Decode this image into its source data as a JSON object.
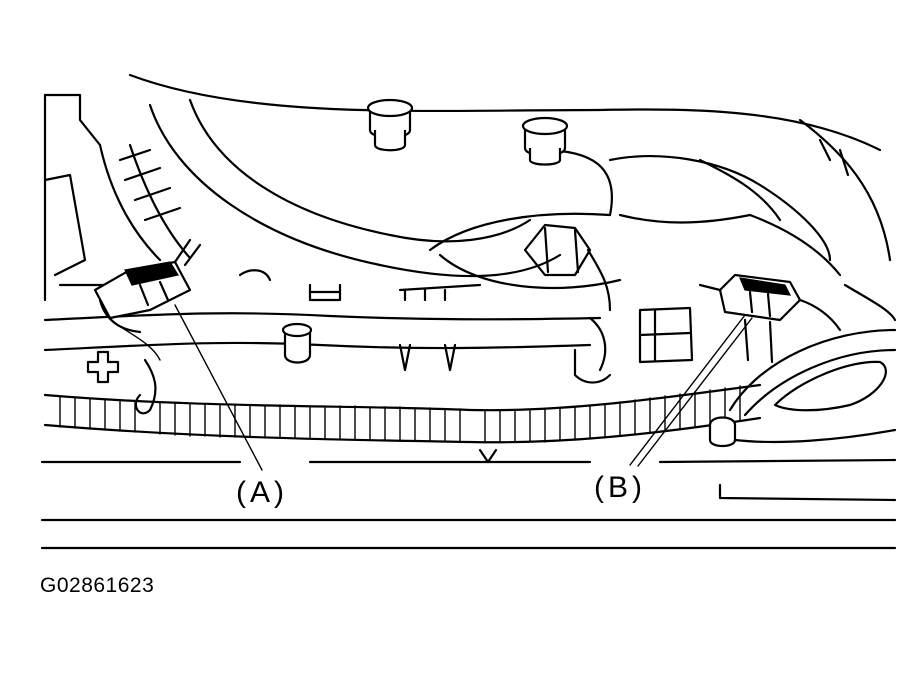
{
  "diagram": {
    "callouts": {
      "a": "(A)",
      "b": "(B)"
    },
    "figure_code": "G02861623"
  },
  "colors": {
    "line": "#000000",
    "background": "#ffffff"
  }
}
